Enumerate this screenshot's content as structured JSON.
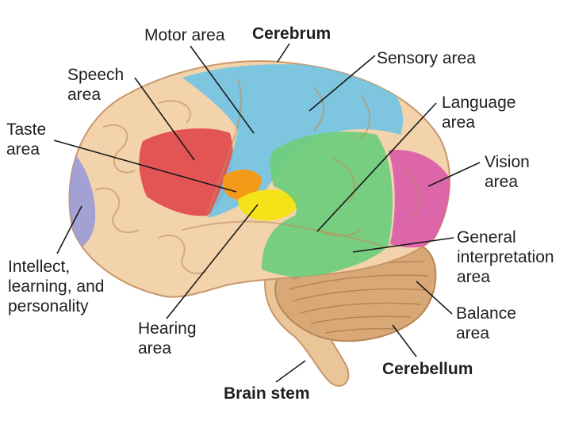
{
  "colors": {
    "brain_base": "#f3d3ac",
    "brain_shadow": "#d8a97b",
    "speech": "#e0474a",
    "motor": "#74c3e3",
    "sensory": "#74c3e3",
    "taste": "#f39a18",
    "hearing": "#f6e218",
    "language": "#6ecd7c",
    "general_interpretation": "#6ecd7c",
    "vision": "#d95aa8",
    "intellect": "#9a9ad8",
    "cerebellum": "#d9a877",
    "brain_stem": "#eac597",
    "leader_lines": "#1a1a1a"
  },
  "labels": {
    "cerebrum": "Cerebrum",
    "motor": "Motor area",
    "sensory": "Sensory area",
    "speech": [
      "Speech",
      "area"
    ],
    "taste": [
      "Taste",
      "area"
    ],
    "language": [
      "Language",
      "area"
    ],
    "vision": [
      "Vision",
      "area"
    ],
    "general_interpretation": [
      "General",
      "interpretation",
      "area"
    ],
    "intellect": [
      "Intellect,",
      "learning, and",
      "personality"
    ],
    "hearing": [
      "Hearing",
      "area"
    ],
    "balance": [
      "Balance",
      "area"
    ],
    "cerebellum": "Cerebellum",
    "brain_stem": "Brain stem"
  }
}
